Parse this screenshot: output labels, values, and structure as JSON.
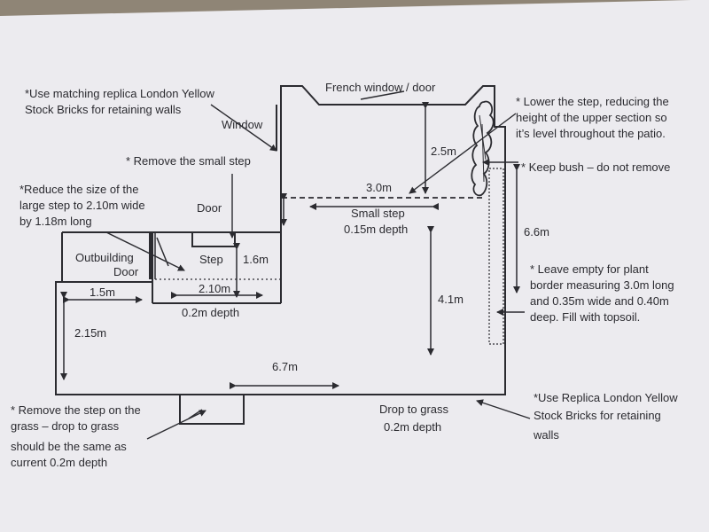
{
  "colors": {
    "ink": "#2b2b30",
    "paper": "#ecebef"
  },
  "notes": {
    "replica_bricks_top": [
      "*Use matching replica London Yellow",
      "Stock Bricks for retaining walls"
    ],
    "remove_small_step": "* Remove the small step",
    "reduce_large_step": [
      "*Reduce the size of the",
      "large step to 2.10m wide",
      "by 1.18m long"
    ],
    "lower_step": [
      "* Lower the step, reducing the",
      "height of the upper section so",
      "it’s level throughout the patio."
    ],
    "keep_bush": "* Keep bush – do not remove",
    "plant_border": [
      "* Leave empty for plant",
      "border measuring 3.0m long",
      "and 0.35m wide and 0.40m",
      "deep. Fill with topsoil."
    ],
    "remove_grass_step": [
      "* Remove the step on the",
      "grass – drop to grass",
      "should be the same as",
      "current 0.2m depth"
    ],
    "replica_bricks_bottom": [
      "*Use Replica London Yellow",
      "Stock Bricks for retaining",
      "walls"
    ]
  },
  "labels": {
    "french_window": "French window / door",
    "window": "Window",
    "door": "Door",
    "outbuilding": "Outbuilding",
    "outbuilding_door": "Door",
    "step": "Step",
    "small_step": "Small step",
    "small_step_depth": "0.15m depth",
    "large_step_depth": "0.2m depth",
    "drop_to_grass": "Drop to grass",
    "drop_depth": "0.2m depth"
  },
  "dimensions": {
    "d_2_5": "2.5m",
    "d_3_0": "3.0m",
    "d_6_6": "6.6m",
    "d_4_1": "4.1m",
    "d_1_6": "1.6m",
    "d_1_5": "1.5m",
    "d_2_10": "2.10m",
    "d_2_15": "2.15m",
    "d_6_7": "6.7m"
  }
}
